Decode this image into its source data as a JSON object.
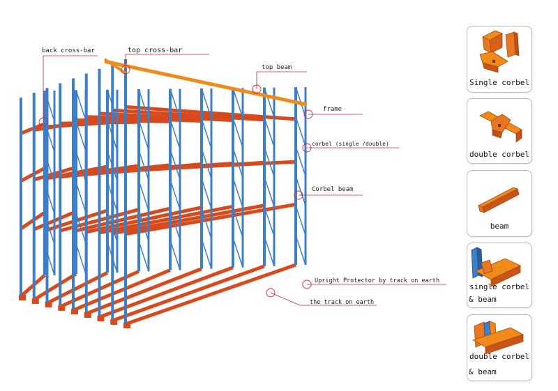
{
  "callouts": {
    "back_cross_bar": "back cross-bar",
    "top_cross_bar": "top cross-bar",
    "top_beam": "top beam",
    "frame": "frame",
    "corbel": "corbel (single /double)",
    "corbel_beam": "Corbel beam",
    "upright_protector": "Upright Protector by track on earth",
    "track_on_earth": "the track on earth"
  },
  "components": [
    {
      "line1": "Single corbel",
      "line2": ""
    },
    {
      "line1": "double corbel",
      "line2": ""
    },
    {
      "line1": "beam",
      "line2": ""
    },
    {
      "line1": "single corbel",
      "line2": "& beam"
    },
    {
      "line1": "double corbel",
      "line2": "& beam"
    }
  ],
  "colors": {
    "upright": "#3d7fc7",
    "beam": "#d8491c",
    "top": "#f08a1a",
    "callout": "#c8283a"
  }
}
